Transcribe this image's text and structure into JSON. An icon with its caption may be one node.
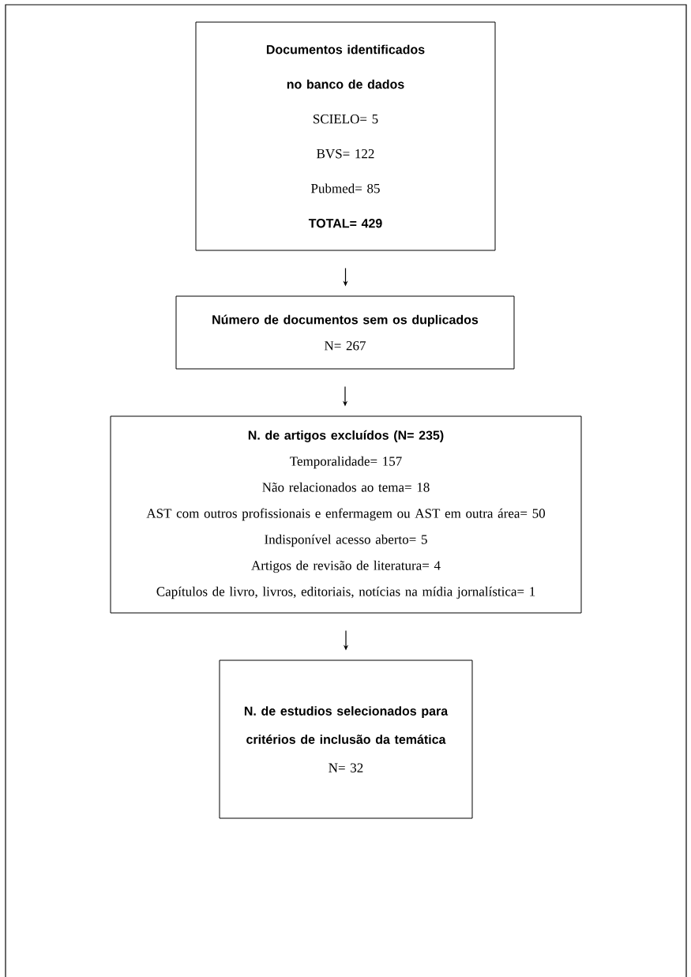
{
  "diagram": {
    "nodes": [
      {
        "text": [
          "Documentos identificados no banco de dados",
          "SCIELO= 5",
          "BVS= 122",
          "Pubmed= 85",
          "TOTAL= 429"
        ]
      },
      {
        "text": [
          "Número de documentos sem os duplicados",
          "N= 267"
        ]
      },
      {
        "text": [
          "N. de artigos excluídos (N= 235)",
          "Temporalidade= 157",
          "Não relacionados ao tema= 18",
          "AST com outros profissionais e enfermagem ou AST em outra área= 50",
          "Indisponível acesso aberto= 5",
          "Artigos de revisão de literatura= 4",
          "Capítulos de livro, livros, editoriais, notícias na mídia jornalística= 1"
        ]
      },
      {
        "text": [
          "N. de estudios selecionados para critérios de inclusão da temática",
          "N= 32"
        ]
      }
    ],
    "edges": [
      {
        "from": 0,
        "to": 1,
        "arrow": "to"
      },
      {
        "from": 1,
        "to": 2,
        "arrow": "to"
      },
      {
        "from": 2,
        "to": 3,
        "arrow": "to"
      }
    ]
  }
}
